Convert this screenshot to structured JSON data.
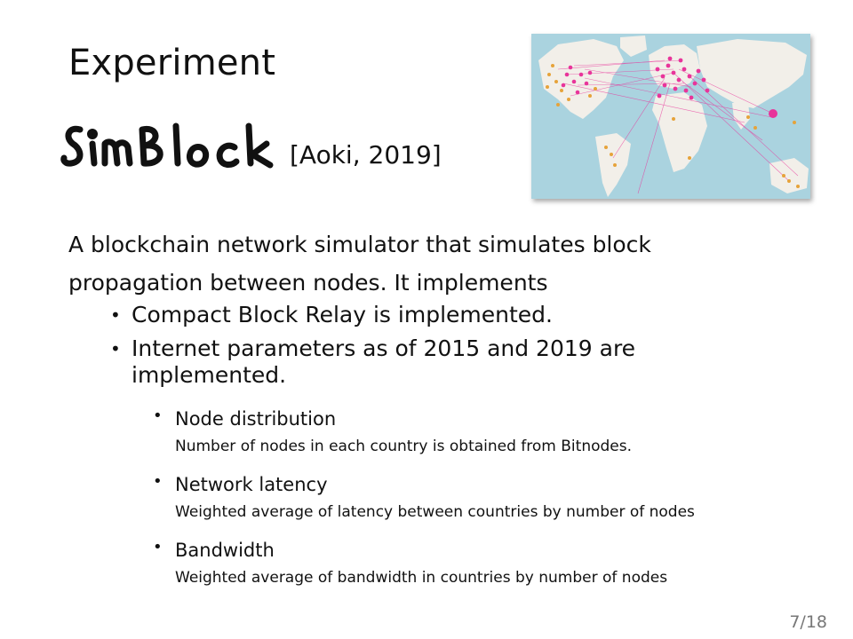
{
  "slide": {
    "title": "Experiment",
    "logo_text": "SimBlock",
    "citation": "[Aoki, 2019]",
    "intro": "A blockchain network simulator that simulates block propagation between nodes. It implements",
    "bullets": [
      "Compact Block Relay is implemented.",
      "Internet parameters as of 2015 and 2019 are implemented."
    ],
    "sub_bullets": [
      {
        "title": "Node distribution",
        "desc": "Number of nodes in each country is obtained from Bitnodes."
      },
      {
        "title": "Network latency",
        "desc": "Weighted average of latency between countries by number of nodes"
      },
      {
        "title": "Bandwidth",
        "desc": "Weighted average of bandwidth in countries by number of nodes"
      }
    ],
    "page_number": "7/18",
    "bullet_glyph": "•"
  },
  "map": {
    "icon": "world-map-network-image",
    "ocean_color": "#aad3df",
    "land_color": "#f2efe9",
    "node_color_primary": "#e8349a",
    "node_color_secondary": "#e6a33a"
  }
}
